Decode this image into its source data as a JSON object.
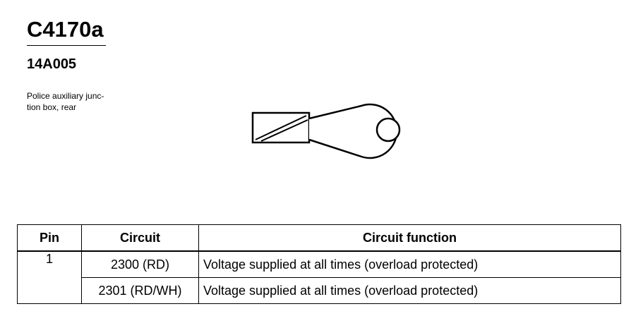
{
  "connector": {
    "id": "C4170a",
    "part_number": "14A005",
    "description": "Police auxiliary junc-\ntion box, rear"
  },
  "table": {
    "headers": [
      "Pin",
      "Circuit",
      "Circuit function"
    ],
    "pin": "1",
    "rows": [
      {
        "circuit": "2300 (RD)",
        "function": "Voltage supplied at all times (overload protected)"
      },
      {
        "circuit": "2301 (RD/WH)",
        "function": "Voltage supplied at all times (overload protected)"
      }
    ]
  },
  "diagram": {
    "icon": "ring-terminal-icon"
  }
}
